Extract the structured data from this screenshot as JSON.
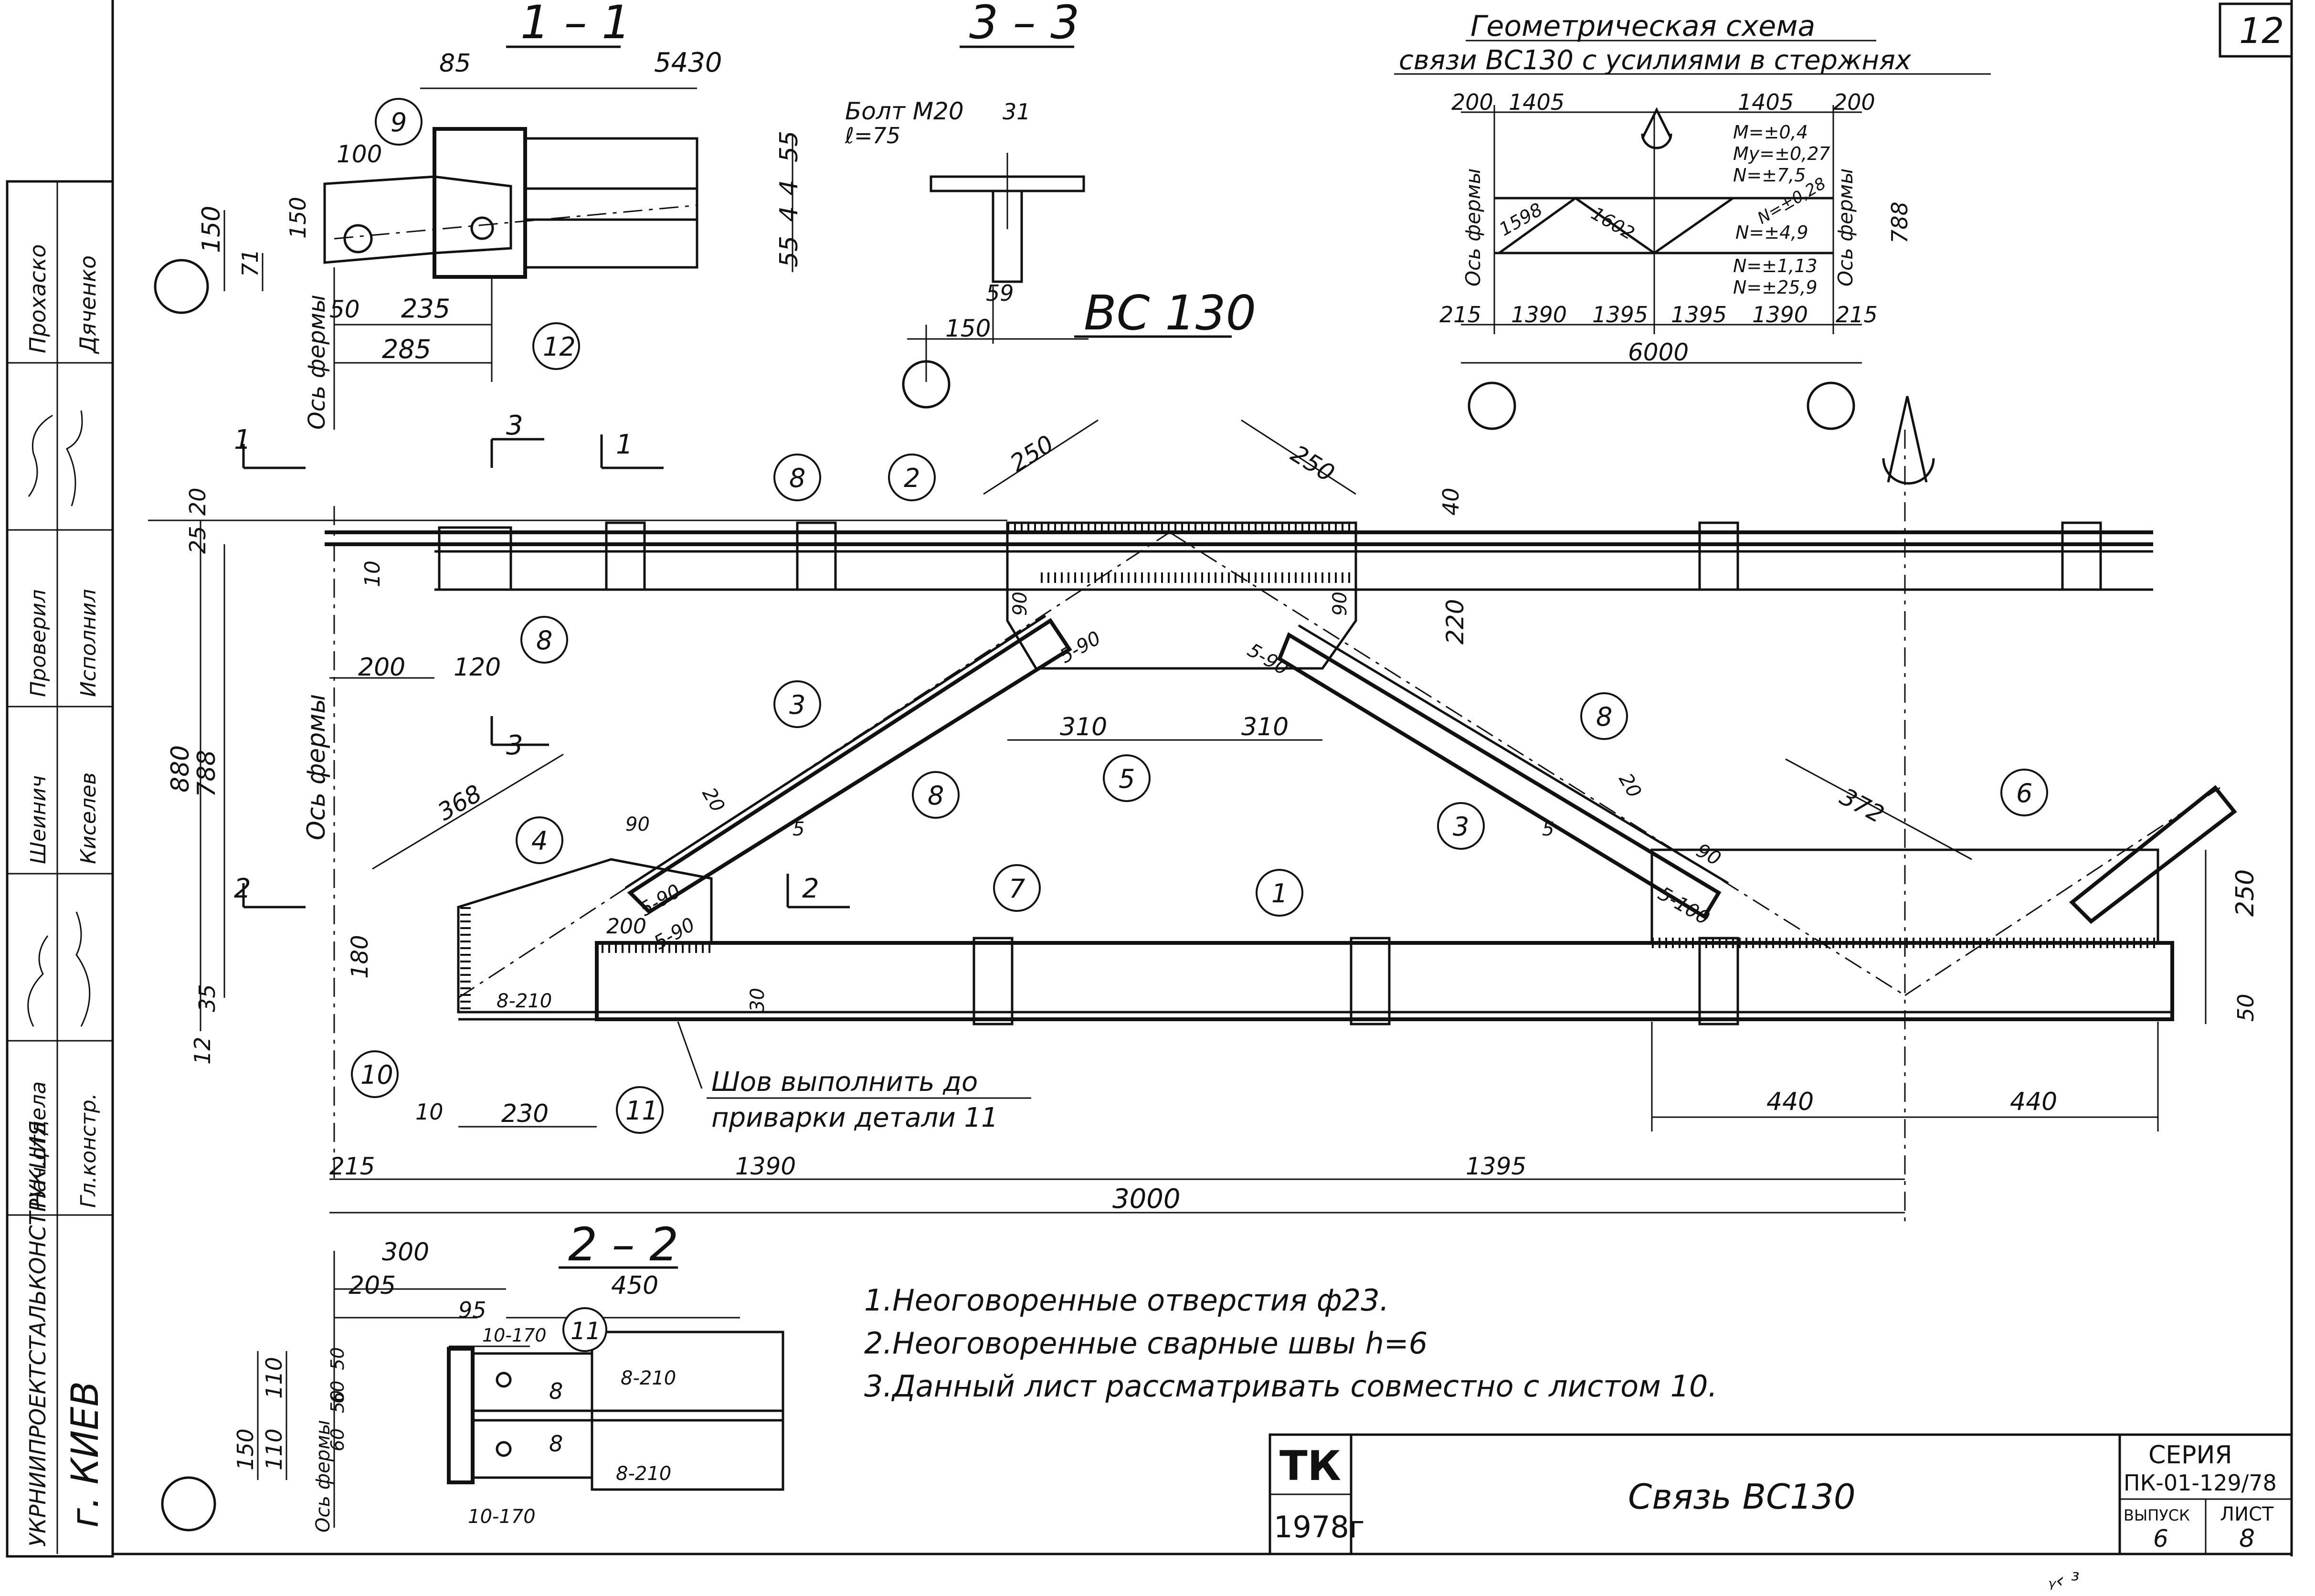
{
  "sheet": {
    "sheet_corner_no": "12",
    "main_title": "ВС 130",
    "section_1_1": "1 – 1",
    "section_2_2": "2 – 2",
    "section_3_3": "3 – 3"
  },
  "geometry_scheme": {
    "title_line1": "Геометрическая схема",
    "title_line2": "связи ВС130 с усилиями в стержнях",
    "dims_top": [
      "200",
      "1405",
      "1405",
      "200"
    ],
    "dims_bottom": [
      "215",
      "1390",
      "1395",
      "1395",
      "1390",
      "215"
    ],
    "total": "6000",
    "height": "788",
    "diag_left": "1598",
    "diag_center": "1602",
    "axis_left": "Ось фермы",
    "axis_right": "Ось фермы",
    "forces_top": [
      "M=±0,4",
      "My=±0,27",
      "N=±7,5"
    ],
    "forces_diag": [
      "N=±0,28",
      "N=±4,9"
    ],
    "forces_bottom": [
      "N=±1,13",
      "N=±25,9"
    ]
  },
  "section_1_1": {
    "dims": [
      "85",
      "5430",
      "55",
      "4",
      "4",
      "55",
      "100",
      "150",
      "150",
      "71",
      "50",
      "235",
      "285"
    ],
    "axis_label": "Ось фермы",
    "callouts": [
      "9",
      "12"
    ]
  },
  "section_3_3": {
    "bolt_label": "Болт M20",
    "bolt_length": "ℓ=75",
    "dims": [
      "31",
      "59",
      "150"
    ]
  },
  "main_view": {
    "section_marks": [
      "1",
      "3",
      "1",
      "3",
      "2",
      "2"
    ],
    "axis_label": "Ось фермы",
    "dims_left": [
      "20",
      "25",
      "10",
      "880",
      "788",
      "180",
      "35",
      "12"
    ],
    "dims_top": [
      "250",
      "250",
      "40",
      "220"
    ],
    "dims_mid": [
      "200",
      "120",
      "310",
      "310",
      "368",
      "372",
      "90",
      "90",
      "90",
      "90",
      "20",
      "20",
      "5",
      "5",
      "200",
      "230",
      "10"
    ],
    "dims_right": [
      "250",
      "50",
      "30"
    ],
    "dims_bottom": [
      "215",
      "1390",
      "1395",
      "3000",
      "440",
      "440"
    ],
    "welds": [
      "5-90",
      "5-90",
      "5-90",
      "5-90",
      "5-100",
      "8-210"
    ],
    "callouts": [
      "8",
      "2",
      "8",
      "3",
      "8",
      "4",
      "5",
      "1",
      "7",
      "3",
      "8",
      "6",
      "10",
      "11"
    ],
    "note": "Шов выполнить до",
    "note2": "приварки детали 11"
  },
  "section_2_2": {
    "dims": [
      "300",
      "205",
      "95",
      "450",
      "10-170",
      "110",
      "110",
      "50",
      "50",
      "60",
      "60",
      "150",
      "10-170"
    ],
    "welds": [
      "8-210",
      "8-210"
    ],
    "plates": [
      "8",
      "8"
    ],
    "axis_label": "Ось фермы",
    "callout": "11"
  },
  "notes": [
    "1.Неоговоренные отверстия ф23.",
    "2.Неоговоренные сварные швы h=6",
    "3.Данный лист рассматривать совместно с листом 10."
  ],
  "title_block": {
    "logo": "ТК",
    "year": "1978г",
    "name": "Связь ВС130",
    "series_label": "СЕРИЯ",
    "series_value": "ПК-01-129/78",
    "issue_label": "ВЫПУСК",
    "issue_value": "6",
    "sheet_label": "ЛИСТ",
    "sheet_value": "8"
  },
  "side_stamp": {
    "city": "г. КИЕВ",
    "institute": "УКРНИИПРОЕКТСТАЛЬКОНСТРУКЦИЯ",
    "roles": [
      "Нач.отдела",
      "Гл.констр.",
      "",
      "Шеинич",
      "Проверил",
      "Исполнил"
    ],
    "names": [
      "Прохаско",
      "Дяченко",
      "Киселев"
    ]
  },
  "bottom_marks": "ᵧ‹ ³"
}
